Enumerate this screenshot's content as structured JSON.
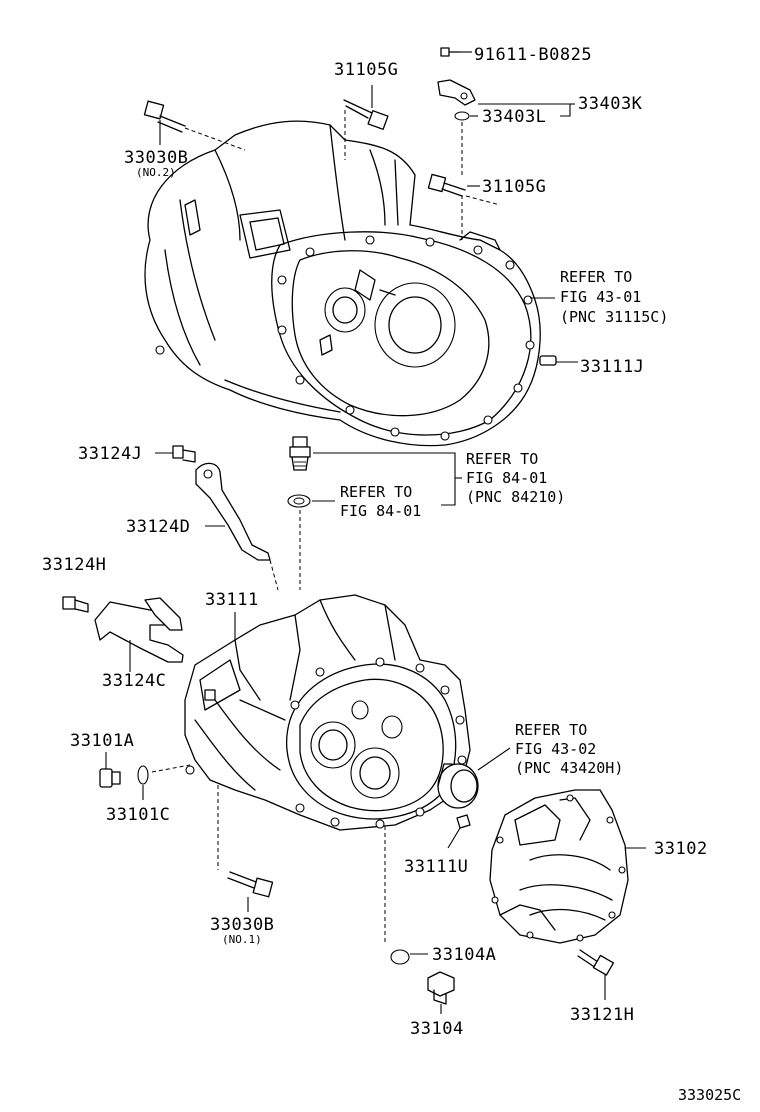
{
  "labels": {
    "p91611": "91611-B0825",
    "p31105g_top": "31105G",
    "p33403k": "33403K",
    "p33403l": "33403L",
    "p33030b_2": "33030B",
    "p33030b_2_note": "(NO.2)",
    "p31105g_mid": "31105G",
    "p33111j": "33111J",
    "p33124j": "33124J",
    "p33124d": "33124D",
    "p33124h": "33124H",
    "p33111": "33111",
    "p33124c": "33124C",
    "p33101a": "33101A",
    "p33101c": "33101C",
    "p33111u": "33111U",
    "p33102": "33102",
    "p33030b_1": "33030B",
    "p33030b_1_note": "(NO.1)",
    "p33104a": "33104A",
    "p33104": "33104",
    "p33121h": "33121H",
    "figure_code": "333025C"
  },
  "references": {
    "ref1": {
      "line1": "REFER TO",
      "line2": "FIG 43-01",
      "line3": "(PNC 31115C)"
    },
    "ref2": {
      "line1": "REFER TO",
      "line2": "FIG 84-01",
      "line3": "(PNC 84210)"
    },
    "ref3": {
      "line1": "REFER TO",
      "line2": "FIG 84-01"
    },
    "ref4": {
      "line1": "REFER TO",
      "line2": "FIG 43-02",
      "line3": "(PNC 43420H)"
    }
  }
}
